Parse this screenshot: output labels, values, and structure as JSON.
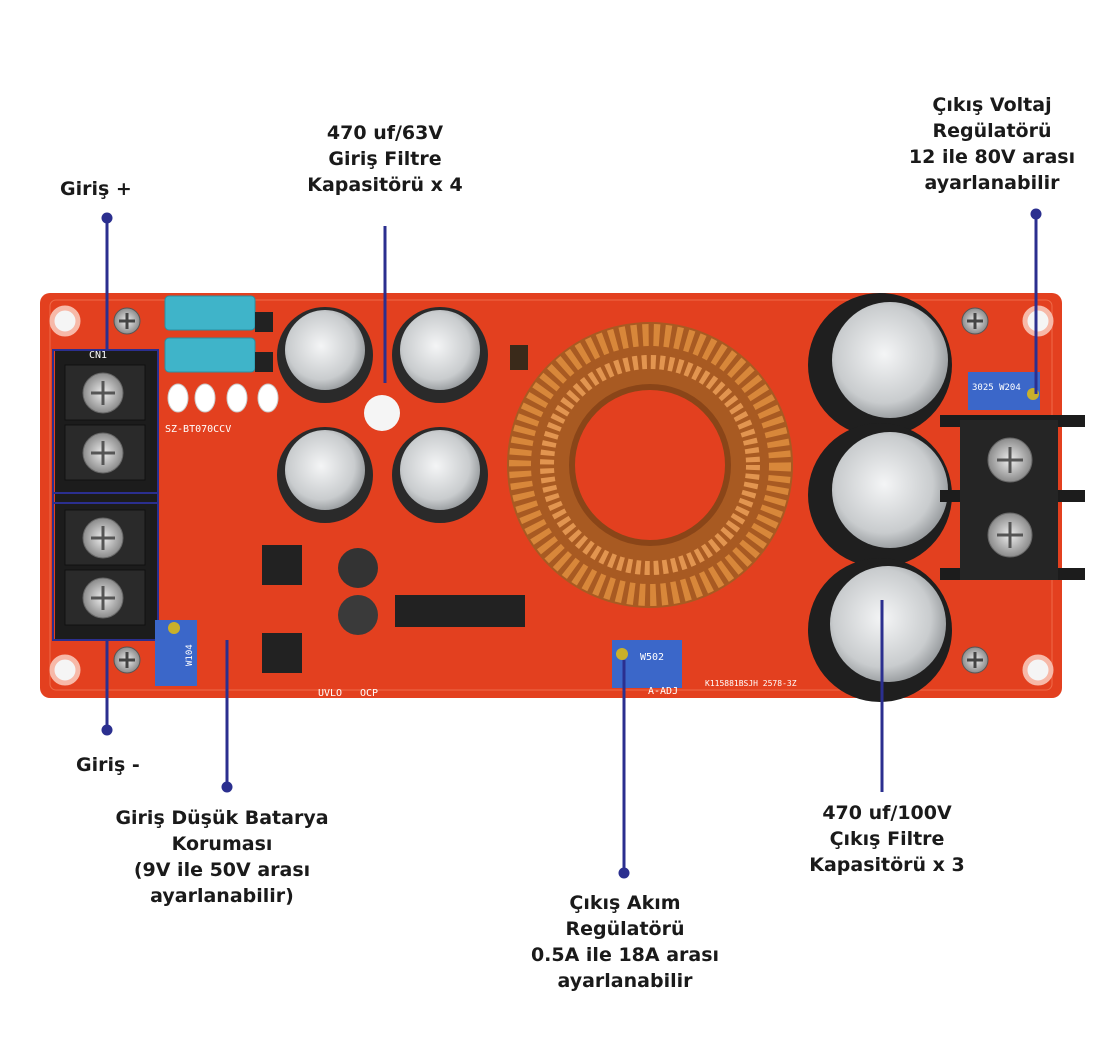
{
  "labels": {
    "giris_plus": "Giriş +",
    "giris_minus": "Giriş -",
    "input_cap": [
      "470 uf/63V",
      "Giriş Filtre",
      "Kapasitörü x 4"
    ],
    "voltage_reg": [
      "Çıkış Voltaj",
      "Regülatörü",
      "12 ile 80V arası",
      "ayarlanabilir"
    ],
    "low_batt": [
      "Giriş Düşük Batarya",
      "Koruması",
      "(9V ile 50V arası",
      "ayarlanabilir)"
    ],
    "current_reg": [
      "Çıkış Akım",
      "Regülatörü",
      "0.5A ile 18A arası",
      "ayarlanabilir"
    ],
    "output_cap": [
      "470 uf/100V",
      "Çıkış Filtre",
      "Kapasitörü x 3"
    ]
  },
  "board": {
    "silkscreen": {
      "cn1": "CN1",
      "chip_name": "SZ-BT070CCV",
      "pot_left": "W104",
      "pot_mid": "W502",
      "pot_right": "3025 W204",
      "uvlo": "UVLO",
      "ocp": "OCP",
      "a_adj": "A-ADJ",
      "code": "K115881BSJH 2578-3Z"
    }
  },
  "colors": {
    "pcb": "#e3401f",
    "pcb_dark": "#c22e14",
    "callout": "#2b2f8f",
    "copper": "#c8772f",
    "terminal": "#1c1c1c",
    "cap_top": "#d9dcde",
    "fuse": "#3fb4c9"
  }
}
